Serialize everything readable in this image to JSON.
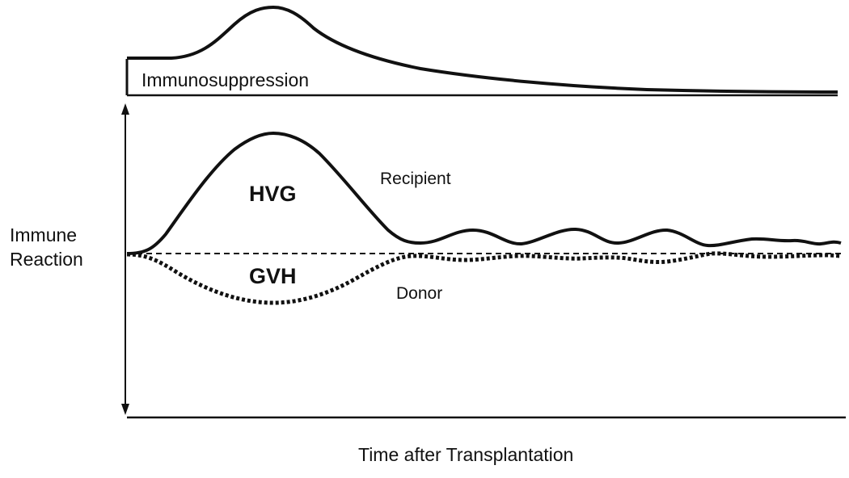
{
  "top_panel": {
    "label": "Immunosuppression"
  },
  "main_panel": {
    "y_label_line1": "Immune",
    "y_label_line2": "Reaction",
    "x_label": "Time after Transplantation",
    "upper_peak_label": "HVG",
    "upper_curve_label": "Recipient",
    "lower_peak_label": "GVH",
    "lower_curve_label": "Donor"
  },
  "colors": {
    "ink": "#111111",
    "background": "#ffffff"
  }
}
